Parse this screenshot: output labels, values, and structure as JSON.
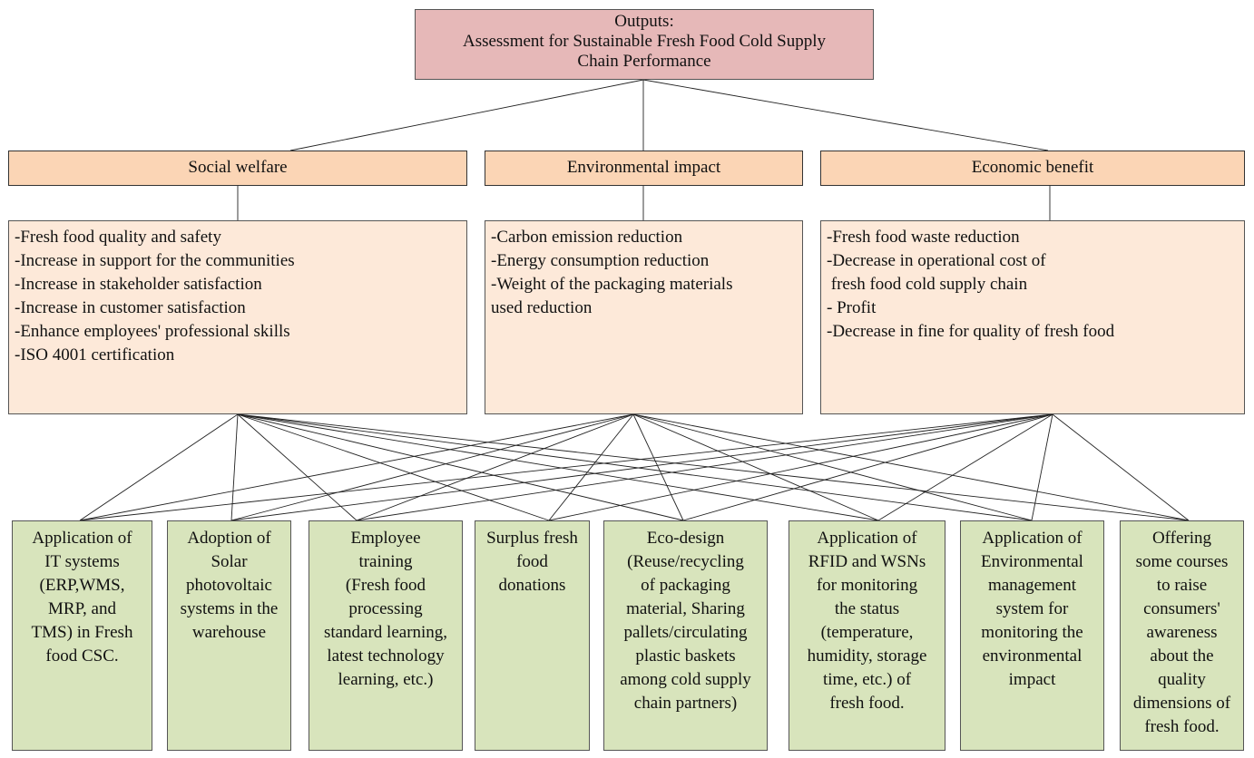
{
  "output": {
    "lines": [
      "Outputs:",
      "Assessment for Sustainable Fresh Food Cold Supply",
      "Chain Performance"
    ]
  },
  "categories": [
    {
      "label": "Social welfare"
    },
    {
      "label": "Environmental impact"
    },
    {
      "label": "Economic benefit"
    }
  ],
  "indicators": [
    {
      "lines": [
        "-Fresh food quality and safety",
        "-Increase in support for the communities",
        "-Increase in stakeholder satisfaction",
        "-Increase in customer satisfaction",
        "-Enhance employees' professional skills",
        "-ISO 4001 certification"
      ]
    },
    {
      "lines": [
        "-Carbon emission reduction",
        "-Energy consumption reduction",
        "-Weight of the packaging materials",
        "used reduction"
      ]
    },
    {
      "lines": [
        "-Fresh food waste reduction",
        "-Decrease in operational cost of",
        " fresh food cold supply chain",
        "- Profit",
        "-Decrease in fine for quality of fresh food"
      ]
    }
  ],
  "actions": [
    {
      "lines": [
        "Application of",
        "IT systems",
        "(ERP,WMS,",
        "MRP, and",
        "TMS) in Fresh",
        "food CSC."
      ]
    },
    {
      "lines": [
        "Adoption of",
        "Solar",
        "photovoltaic",
        "systems in the",
        "warehouse"
      ]
    },
    {
      "lines": [
        "Employee",
        "training",
        "(Fresh food",
        "processing",
        "standard learning,",
        "latest technology",
        "learning, etc.)"
      ]
    },
    {
      "lines": [
        "Surplus fresh",
        "food",
        "donations"
      ]
    },
    {
      "lines": [
        "Eco-design",
        "(Reuse/recycling",
        "of packaging",
        "material, Sharing",
        "pallets/circulating",
        "plastic baskets",
        "among cold supply",
        "chain partners)"
      ]
    },
    {
      "lines": [
        "Application of",
        "RFID and WSNs",
        "for monitoring",
        "the status",
        "(temperature,",
        "humidity, storage",
        "time, etc.) of",
        "fresh food."
      ]
    },
    {
      "lines": [
        "Application  of",
        "Environmental",
        "management",
        "system for",
        "monitoring the",
        "environmental",
        "impact"
      ]
    },
    {
      "lines": [
        "Offering",
        "some courses",
        "to raise",
        "consumers'",
        "awareness",
        "about the",
        "quality",
        "dimensions of",
        "fresh food."
      ]
    }
  ]
}
